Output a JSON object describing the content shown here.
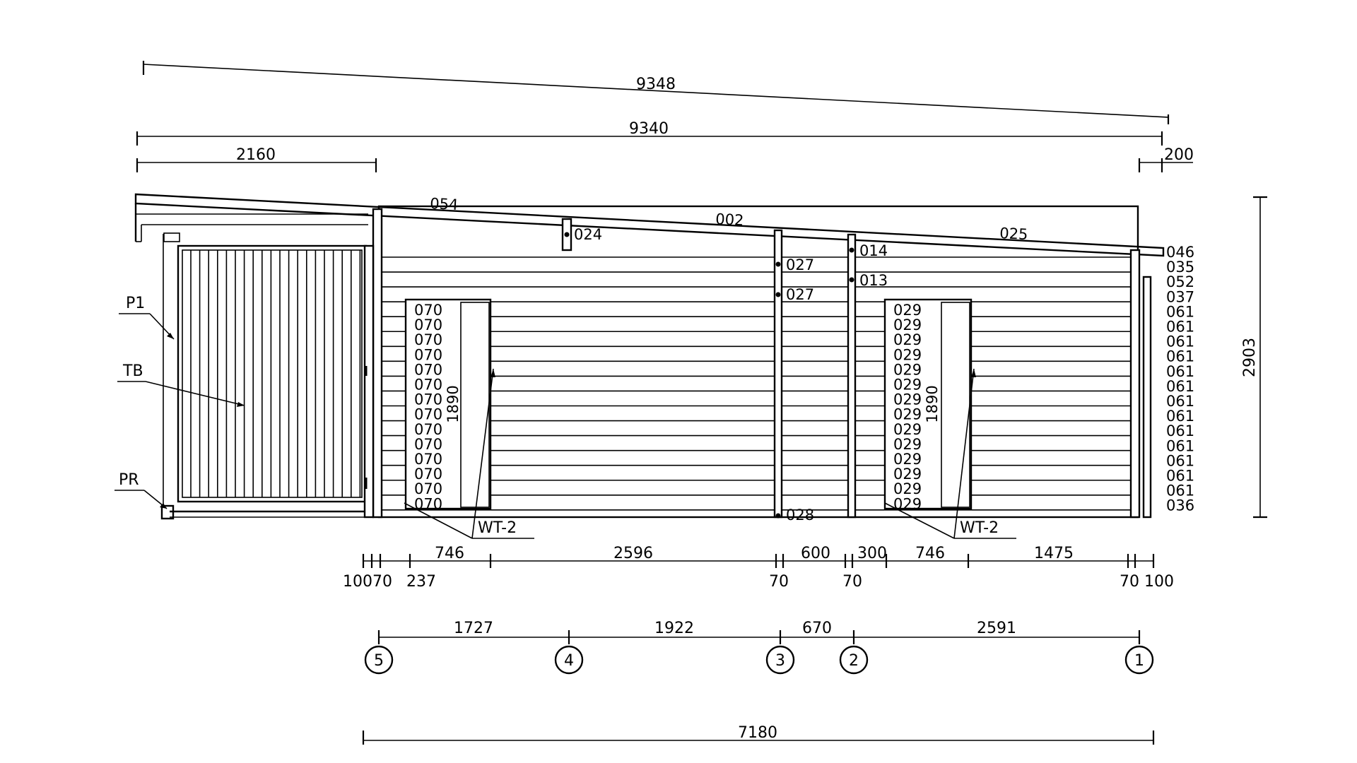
{
  "dimensions": {
    "overall_sloped": "9348",
    "overall": "9340",
    "left_canopy": "2160",
    "right_overhang": "200",
    "height": "2903",
    "total_length": "7180",
    "window_height_left": "1890",
    "window_height_right": "1890",
    "row1": [
      "746",
      "2596",
      "600",
      "300",
      "746",
      "1475"
    ],
    "row2": [
      "10070",
      "237",
      "70",
      "70",
      "70",
      "100"
    ],
    "axis_spacing": [
      "1727",
      "1922",
      "670",
      "2591"
    ]
  },
  "axes": [
    "5",
    "4",
    "3",
    "2",
    "1"
  ],
  "labels": {
    "p1": "P1",
    "tb": "TB",
    "pr": "PR",
    "wt_left": "WT-2",
    "wt_right": "WT-2"
  },
  "part_codes": {
    "roof": [
      "054",
      "002",
      "025"
    ],
    "mid": [
      "024",
      "027",
      "027",
      "014",
      "013",
      "028"
    ],
    "right_edge": [
      "046",
      "035",
      "052",
      "037",
      "061",
      "061",
      "061",
      "061",
      "061",
      "061",
      "061",
      "061",
      "061",
      "061",
      "061",
      "061",
      "061",
      "036"
    ],
    "left_window": [
      "070",
      "070",
      "070",
      "070",
      "070",
      "070",
      "070",
      "070",
      "070",
      "070",
      "070",
      "070",
      "070",
      "070"
    ],
    "right_window": [
      "029",
      "029",
      "029",
      "029",
      "029",
      "029",
      "029",
      "029",
      "029",
      "029",
      "029",
      "029",
      "029",
      "029"
    ]
  }
}
